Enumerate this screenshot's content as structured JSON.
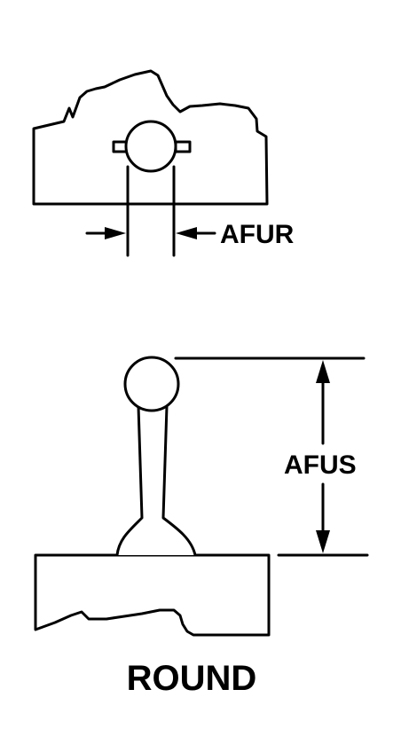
{
  "labels": {
    "top_dimension": "AFUR",
    "side_dimension": "AFUS",
    "caption": "ROUND"
  },
  "colors": {
    "stroke": "#000000",
    "background": "#ffffff"
  }
}
